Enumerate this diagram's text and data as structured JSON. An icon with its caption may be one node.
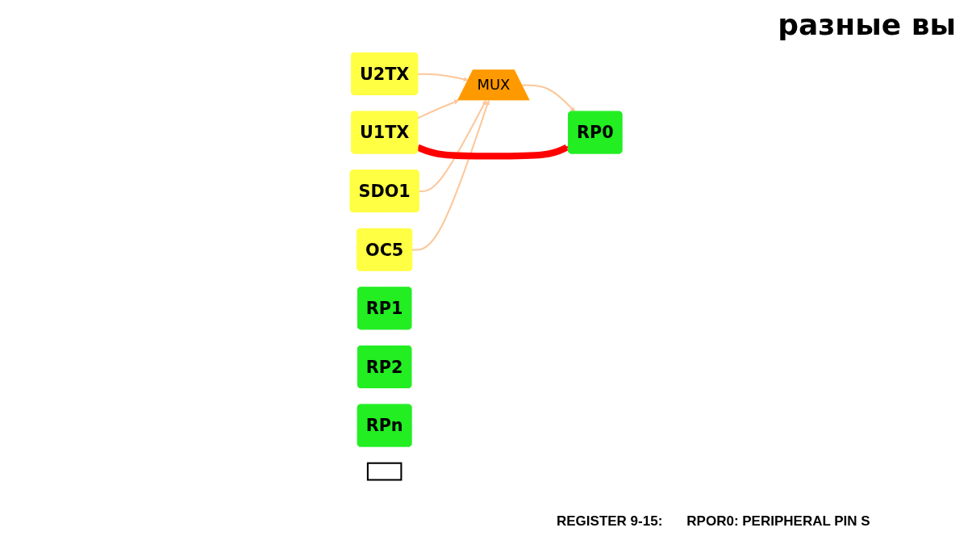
{
  "diagram": {
    "title": "разные вы",
    "nodes": [
      {
        "text": [
          "U1TX"
        ]
      },
      {
        "text": [
          "U2TX"
        ]
      },
      {
        "text": [
          "SDO1"
        ]
      },
      {
        "text": [
          "OC5"
        ]
      },
      {
        "text": [
          "MUX"
        ]
      },
      {
        "text": [
          "RP0"
        ]
      },
      {
        "text": [
          "RP1"
        ]
      },
      {
        "text": [
          "RP2"
        ]
      },
      {
        "text": [
          "RPn"
        ]
      },
      {
        "text": [],
        "shape": "box"
      }
    ],
    "edges": [
      {
        "from": 0,
        "to": 4,
        "arrow": "to"
      },
      {
        "from": 1,
        "to": 4,
        "arrow": "to"
      },
      {
        "from": 2,
        "to": 4,
        "arrow": "to"
      },
      {
        "from": 3,
        "to": 4,
        "arrow": "to"
      },
      {
        "from": 4,
        "to": 5,
        "arrow": "to"
      },
      {
        "from": 0,
        "to": 5,
        "arrow": "to",
        "style": "thick",
        "color": "#ff0000"
      }
    ],
    "labels": [
      "REGISTER 9-15:",
      "RPOR0: PERIPHERAL PIN S"
    ]
  }
}
